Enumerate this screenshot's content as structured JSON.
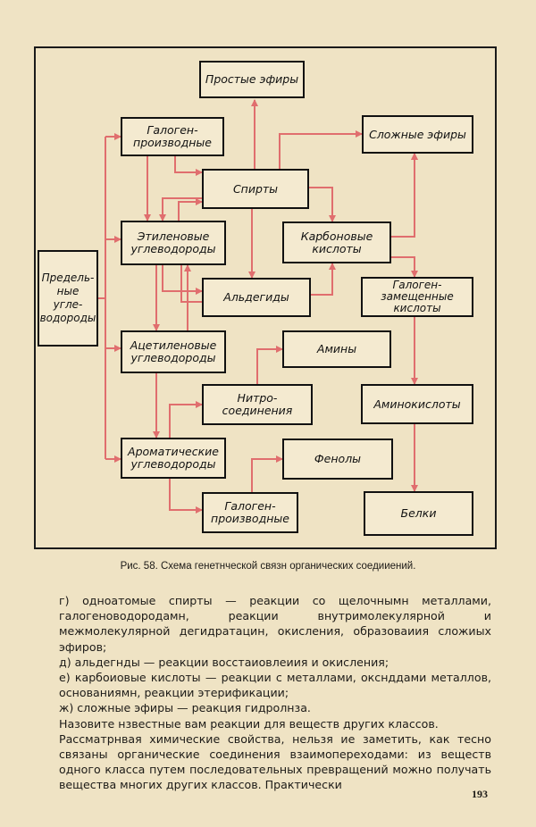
{
  "diagram": {
    "boxes": {
      "saturated": "Предель-\nные\nугле-\nводороды",
      "ethers": "Простые эфиры",
      "halogen1": "Галоген-\nпроизводные",
      "esters": "Сложные эфиры",
      "alcohols": "Спирты",
      "ethylene": "Этиленовые\nуглеводороды",
      "carboxylic": "Карбоновые\nкислоты",
      "aldehydes": "Альдегиды",
      "halogen_acids": "Галоген-\nзамещенные\nкислоты",
      "acetylene": "Ацетиленовые\nуглеводороды",
      "amines": "Амины",
      "nitro": "Нитро-\nсоединения",
      "amino_acids": "Аминокислоты",
      "aromatic": "Ароматические\nуглеводороды",
      "phenols": "Фенолы",
      "halogen2": "Галоген-\nпроизводные",
      "proteins": "Белки"
    },
    "arrow_color": "#e06e6e"
  },
  "caption": "Рис. 58. Схема генетнческой связн органических соедииений.",
  "body": {
    "p1": "г) одноатомые спирты — реакции со щелочнымн металлами, галогеноводородамн, реакции внутримолекулярной и межмолекулярной дегидратацин, окисления, образоваиия сложиых эфиров;",
    "p2": "д) альдегнды — реакции восстаиовлеиия и окисления;",
    "p3": "е) карбоиовые кислоты — реакции с металлами, окснддами металлов, основаниямн, реакции этерификации;",
    "p4": "ж) сложные эфиры — реакция гидролнза.",
    "p5": "Назовите нзвестные вам реакции для веществ других классов.",
    "p6": "Рассматрнвая химические свойства, нельзя ие заметить, как тесно связаны органические соединения взаимопереходами: из веществ одного класса путем последовательных превращений можно получать вещества многих других классов. Практически"
  },
  "page_number": "193"
}
